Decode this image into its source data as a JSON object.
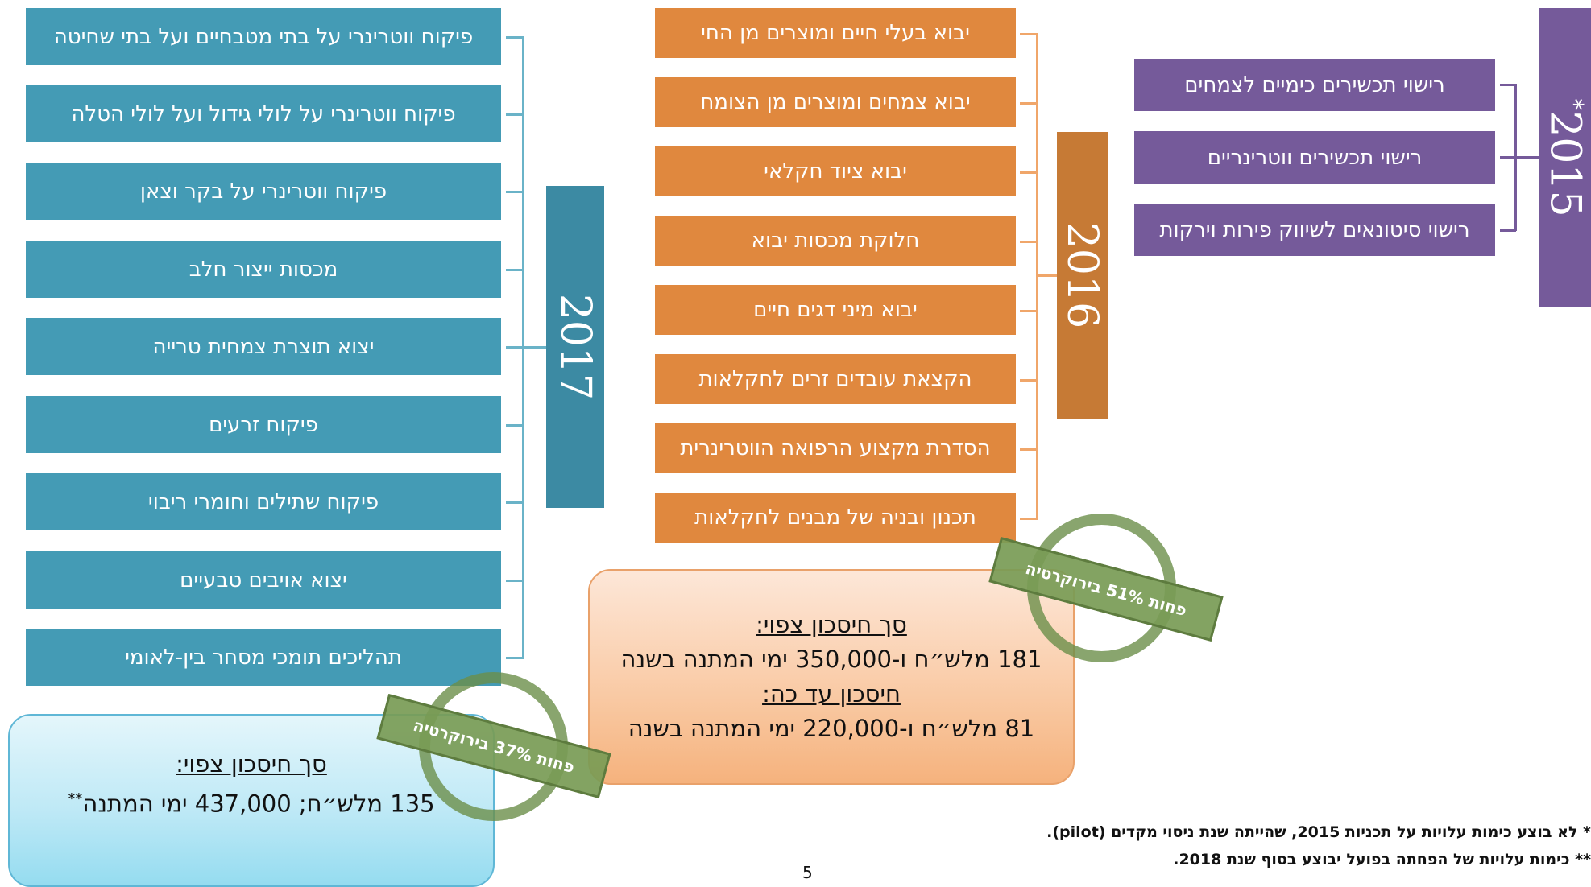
{
  "year_2015": {
    "label": "2015",
    "star": "*"
  },
  "items_2015": [
    "רישוי תכשירים כימיים לצמחים",
    "רישוי תכשירים ווטרינריים",
    "רישוי סיטונאים לשיווק פירות וירקות"
  ],
  "year_2016": {
    "label": "2016"
  },
  "items_2016": [
    "יבוא בעלי חיים ומוצרים מן החי",
    "יבוא צמחים ומוצרים מן הצומח",
    "יבוא ציוד חקלאי",
    "חלוקת מכסות יבוא",
    "יבוא מיני דגים חיים",
    "הקצאת עובדים זרים לחקלאות",
    "הסדרת מקצוע הרפואה הווטרינרית",
    "תכנון ובניה של מבנים לחקלאות"
  ],
  "year_2017": {
    "label": "2017"
  },
  "items_2017": [
    "פיקוח ווטרינרי על בתי מטבחיים ועל בתי שחיטה",
    "פיקוח ווטרינרי על לולי גידול ועל לולי הטלה",
    "פיקוח ווטרינרי על בקר וצאן",
    "מכסות ייצור חלב",
    "יצוא תוצרת צמחית טרייה",
    "פיקוח זרעים",
    "פיקוח שתילים וחומרי ריבוי",
    "יצוא אויבים טבעיים",
    "תהליכים תומכי מסחר בין-לאומי"
  ],
  "savings_2016": {
    "expected_head": "סך חיסכון צפוי:",
    "expected_value": "181 מלש״ח ו-350,000 ימי המתנה בשנה",
    "sofar_head": "חיסכון עד כה:",
    "sofar_value": "81 מלש״ח ו-220,000 ימי המתנה בשנה"
  },
  "savings_2017": {
    "expected_head": "סך חיסכון צפוי:",
    "expected_value": "135 מלש״ח; 437,000 ימי המתנה",
    "sup": "**"
  },
  "stamp_2016": {
    "text": "פחות 51% בירוקרטיה"
  },
  "stamp_2017": {
    "text": "פחות 37% בירוקרטיה"
  },
  "footnotes": [
    "* לא בוצע כימות עלויות על תכניות 2015, שהייתה שנת ניסוי מקדים (pilot).",
    "** כימות עלויות של הפחתה בפועל יבוצע בסוף שנת 2018."
  ],
  "page_number": "5",
  "colors": {
    "teal": "#449bb5",
    "orange": "#e0883e",
    "purple": "#755a9a",
    "stamp_green": "#6b8e4a"
  }
}
